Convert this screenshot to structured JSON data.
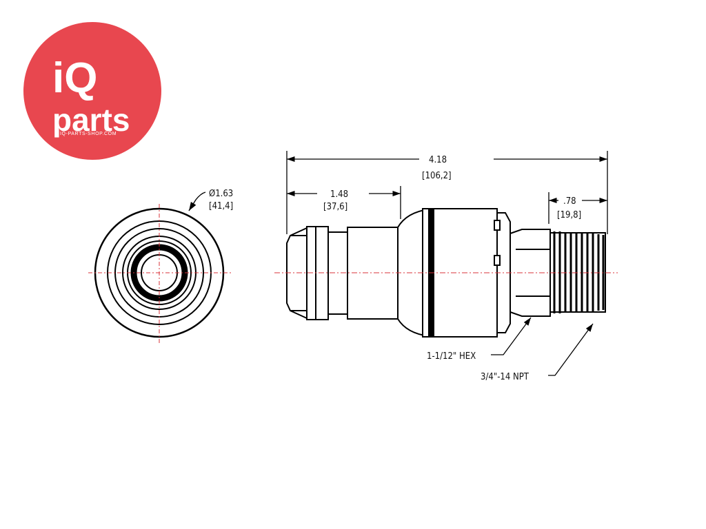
{
  "logo": {
    "brand_top": "iQ",
    "brand_bottom": "parts",
    "url": "IQ-PARTS-SHOP.COM",
    "color": "#e8474f"
  },
  "drawing": {
    "line_color": "#000000",
    "centerline_color": "#d9333a",
    "front_view": {
      "diameter_label": "Ø1.63",
      "diameter_metric": "[41,4]"
    },
    "side_view": {
      "overall_length": "4.18",
      "overall_length_metric": "[106,2]",
      "stem_length": "1.48",
      "stem_length_metric": "[37,6]",
      "thread_length": ".78",
      "thread_length_metric": "[19,8]",
      "hex_callout": "1-1/12\" HEX",
      "thread_callout": "3/4\"-14 NPT"
    }
  }
}
